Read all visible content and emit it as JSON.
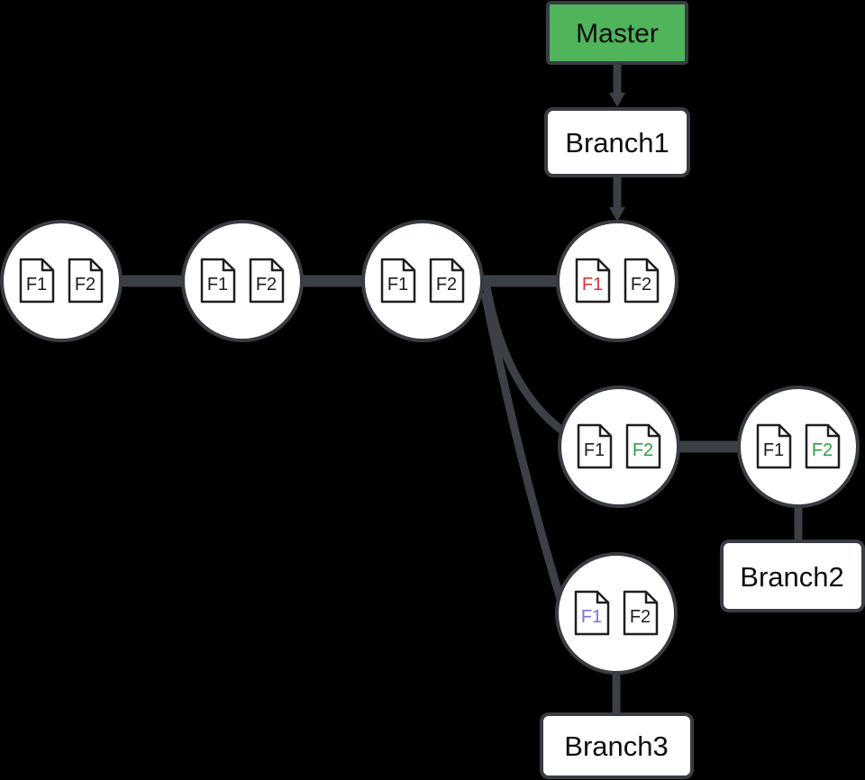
{
  "diagram": {
    "background": "#000000",
    "edge_color": "#3a4045",
    "node_fill": "#ffffff",
    "node_border": "#373d42",
    "text_color": "#0d0d0d",
    "file_text_default": "#1e1e1e"
  },
  "branches": {
    "master": {
      "label": "Master",
      "fill": "#50b45a"
    },
    "branch1": {
      "label": "Branch1",
      "fill": "#ffffff"
    },
    "branch2": {
      "label": "Branch2",
      "fill": "#ffffff"
    },
    "branch3": {
      "label": "Branch3",
      "fill": "#ffffff"
    }
  },
  "commits": [
    {
      "id": "commit-1",
      "files": [
        {
          "label": "F1",
          "color": "#1e1e1e"
        },
        {
          "label": "F2",
          "color": "#1e1e1e"
        }
      ]
    },
    {
      "id": "commit-2",
      "files": [
        {
          "label": "F1",
          "color": "#1e1e1e"
        },
        {
          "label": "F2",
          "color": "#1e1e1e"
        }
      ]
    },
    {
      "id": "commit-3",
      "files": [
        {
          "label": "F1",
          "color": "#1e1e1e"
        },
        {
          "label": "F2",
          "color": "#1e1e1e"
        }
      ]
    },
    {
      "id": "commit-4",
      "files": [
        {
          "label": "F1",
          "color": "#e03131"
        },
        {
          "label": "F2",
          "color": "#1e1e1e"
        }
      ]
    },
    {
      "id": "commit-5",
      "files": [
        {
          "label": "F1",
          "color": "#1e1e1e"
        },
        {
          "label": "F2",
          "color": "#2f9e44"
        }
      ]
    },
    {
      "id": "commit-6",
      "files": [
        {
          "label": "F1",
          "color": "#1e1e1e"
        },
        {
          "label": "F2",
          "color": "#2f9e44"
        }
      ]
    },
    {
      "id": "commit-7",
      "files": [
        {
          "label": "F1",
          "color": "#7b70e0"
        },
        {
          "label": "F2",
          "color": "#1e1e1e"
        }
      ]
    }
  ]
}
